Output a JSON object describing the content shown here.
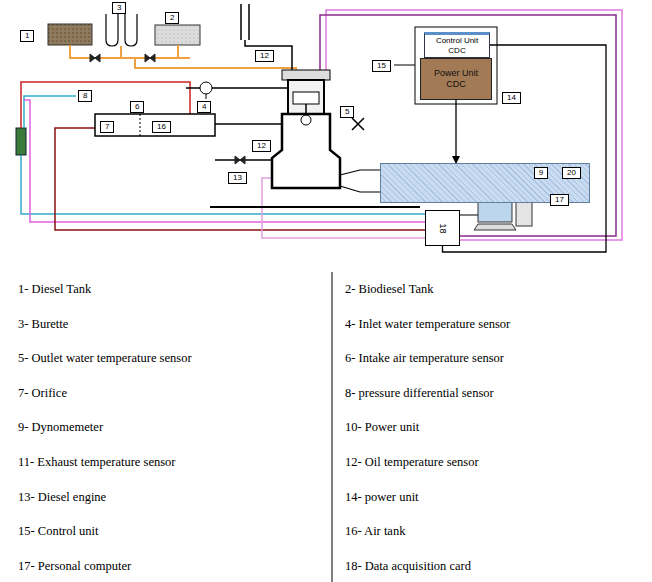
{
  "diagram": {
    "nodes": [
      {
        "text": [
          "1"
        ]
      },
      {
        "text": [
          "3"
        ]
      },
      {
        "text": [
          "2"
        ]
      },
      {
        "text": [
          "12"
        ]
      },
      {
        "text": [
          "15"
        ]
      },
      {
        "text": [
          "Control Unit CDC"
        ]
      },
      {
        "text": [
          "Power Unit CDC"
        ]
      },
      {
        "text": [
          "14"
        ]
      },
      {
        "text": [
          "8"
        ]
      },
      {
        "text": [
          "6"
        ]
      },
      {
        "text": [
          "7"
        ]
      },
      {
        "text": [
          "16"
        ]
      },
      {
        "text": [
          "4"
        ]
      },
      {
        "text": [
          "5"
        ]
      },
      {
        "text": [
          "12"
        ]
      },
      {
        "text": [
          "9",
          "20"
        ]
      },
      {
        "text": [
          "13"
        ]
      },
      {
        "text": [
          "17"
        ]
      },
      {
        "text": [
          "18"
        ]
      }
    ],
    "edges": [
      {
        "from": 6,
        "to": 15,
        "arrow": "to"
      },
      {
        "from": 5,
        "to": 18,
        "arrow": "none"
      }
    ],
    "labels": [
      "1- Diesel Tank",
      "2- Biodiesel Tank",
      "3- Burette",
      "4- Inlet water temperature sensor",
      "5- Outlet water temperature sensor",
      "6- Intake air temperature sensor",
      "7- Orifice",
      "8- pressure differential sensor",
      "9- Dynomemeter",
      "10- Power unit",
      "11- Exhaust temperature sensor",
      "12- Oil temperature sensor",
      "13- Diesel engine",
      "14- power unit",
      "15- Control unit",
      "16- Air tank",
      "17- Personal computer",
      "18- Data acquisition card"
    ]
  }
}
